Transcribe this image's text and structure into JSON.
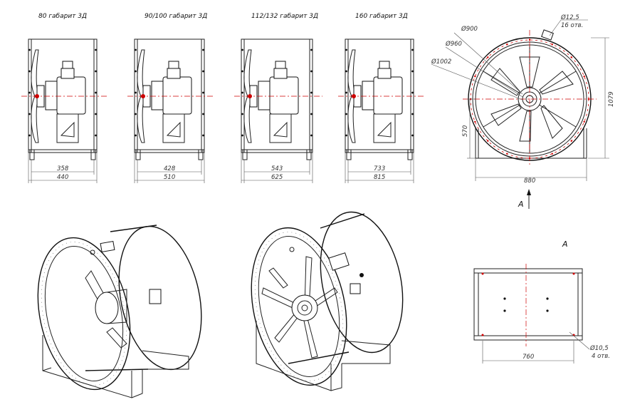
{
  "side_views": [
    {
      "title": "80 габарит 3Д",
      "inner_dim": "358",
      "outer_dim": "440"
    },
    {
      "title": "90/100 габарит 3Д",
      "inner_dim": "428",
      "outer_dim": "510"
    },
    {
      "title": "112/132 габарит 3Д",
      "inner_dim": "543",
      "outer_dim": "625"
    },
    {
      "title": "160 габарит 3Д",
      "inner_dim": "733",
      "outer_dim": "815"
    }
  ],
  "front_view": {
    "holes_diameter": "Ø12,5",
    "holes_count": "16 отв.",
    "d900": "Ø900",
    "d960": "Ø960",
    "d1002": "Ø1002",
    "height_axis": "570",
    "total_height": "1079",
    "width": "880",
    "view_arrow_label": "A"
  },
  "bottom_view": {
    "view_label": "A",
    "holes_diameter": "Ø10,5",
    "holes_count": "4 отв.",
    "span": "760"
  },
  "colors": {
    "centerline": "#d00000",
    "line": "#222222"
  }
}
